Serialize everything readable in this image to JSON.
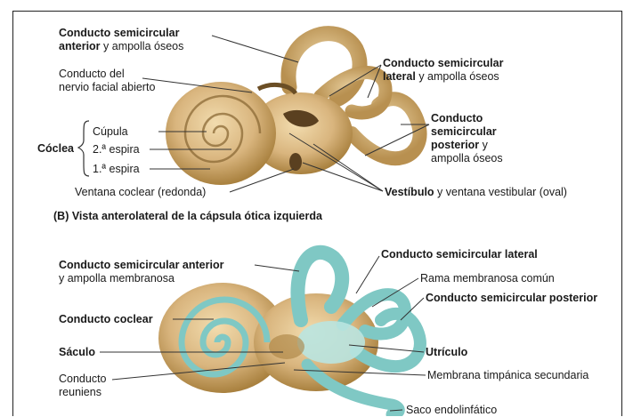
{
  "section_b": "(B) Vista anterolateral de la cápsula ótica izquierda",
  "top": {
    "anterior": {
      "bold_1": "Conducto semicircular",
      "bold_2": "anterior",
      "rest": " y ampolla óseos"
    },
    "facial": {
      "line1": "Conducto del",
      "line2": "nervio facial abierto"
    },
    "cochlea": {
      "cupula": "Cúpula",
      "espira2": "2.ª espira",
      "espira1": "1.ª espira",
      "coclea": "Cóclea"
    },
    "ventana": "Ventana coclear (redonda)",
    "lateral": {
      "bold_1": "Conducto semicircular",
      "bold_2": "lateral",
      "rest": " y ampolla óseos"
    },
    "posterior": {
      "line1": "Conducto",
      "line2": "semicircular",
      "line3_bold": "posterior",
      "line3_rest": " y",
      "line4": "ampolla óseos"
    },
    "vestibulo": {
      "bold": "Vestíbulo",
      "rest": " y ventana vestibular (oval)"
    }
  },
  "bottom": {
    "anterior": {
      "bold": "Conducto semicircular anterior",
      "rest": "y ampolla membranosa"
    },
    "coclear": "Conducto coclear",
    "saculo": "Sáculo",
    "reuniens": {
      "line1": "Conducto",
      "line2": "reuniens"
    },
    "lateral": "Conducto semicircular lateral",
    "rama": "Rama membranosa común",
    "posterior": "Conducto semicircular posterior",
    "utriculo": "Utrículo",
    "membrana": "Membrana timpánica secundaria",
    "saco": "Saco endolinfático"
  },
  "colors": {
    "bone": "#d9b57e",
    "bone_dark": "#a9813f",
    "membrane": "#7fc8c4",
    "membrane_light": "#b9e4e0",
    "line": "#333333"
  }
}
